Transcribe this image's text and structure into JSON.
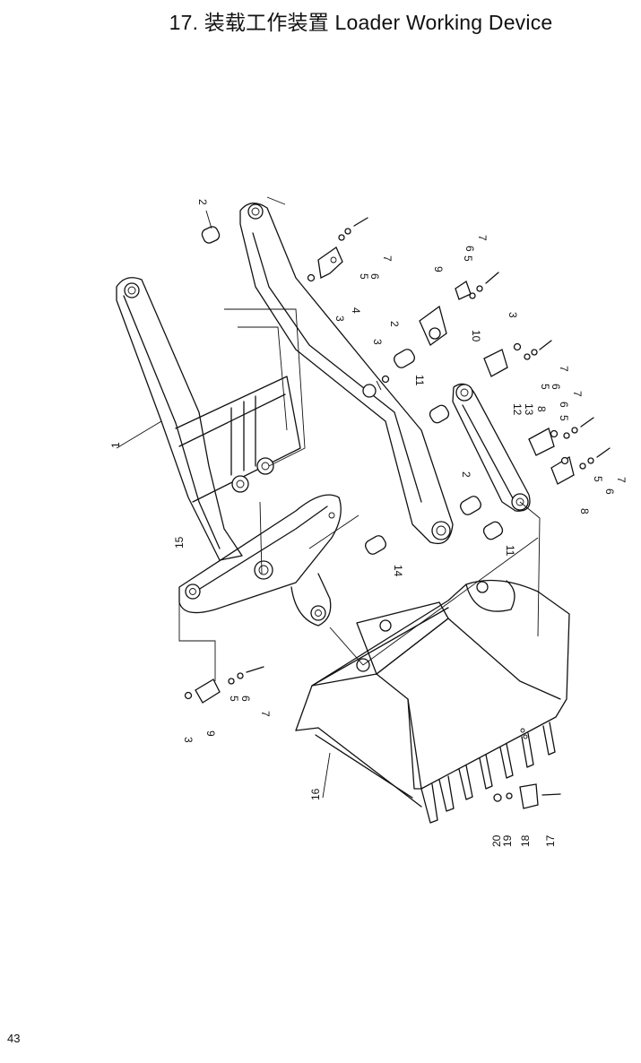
{
  "title": "17. 装载工作装置  Loader Working Device",
  "page_number": "43",
  "callouts": [
    {
      "id": "c1",
      "text": "1"
    },
    {
      "id": "c2a",
      "text": "2"
    },
    {
      "id": "c2b",
      "text": "2"
    },
    {
      "id": "c2c",
      "text": "2"
    },
    {
      "id": "c3a",
      "text": "3"
    },
    {
      "id": "c3b",
      "text": "3"
    },
    {
      "id": "c3c",
      "text": "3"
    },
    {
      "id": "c3d",
      "text": "3"
    },
    {
      "id": "c4",
      "text": "4"
    },
    {
      "id": "c5a",
      "text": "5"
    },
    {
      "id": "c5b",
      "text": "5"
    },
    {
      "id": "c5c",
      "text": "5"
    },
    {
      "id": "c5d",
      "text": "5"
    },
    {
      "id": "c5e",
      "text": "5"
    },
    {
      "id": "c5f",
      "text": "5"
    },
    {
      "id": "c6a",
      "text": "6"
    },
    {
      "id": "c6b",
      "text": "6"
    },
    {
      "id": "c6c",
      "text": "6"
    },
    {
      "id": "c6d",
      "text": "6"
    },
    {
      "id": "c6e",
      "text": "6"
    },
    {
      "id": "c6f",
      "text": "6"
    },
    {
      "id": "c7a",
      "text": "7"
    },
    {
      "id": "c7b",
      "text": "7"
    },
    {
      "id": "c7c",
      "text": "7"
    },
    {
      "id": "c7d",
      "text": "7"
    },
    {
      "id": "c7e",
      "text": "7"
    },
    {
      "id": "c7f",
      "text": "7"
    },
    {
      "id": "c8a",
      "text": "8"
    },
    {
      "id": "c8b",
      "text": "8"
    },
    {
      "id": "c9a",
      "text": "9"
    },
    {
      "id": "c9b",
      "text": "9"
    },
    {
      "id": "c10",
      "text": "10"
    },
    {
      "id": "c11a",
      "text": "11"
    },
    {
      "id": "c11b",
      "text": "11"
    },
    {
      "id": "c12",
      "text": "12"
    },
    {
      "id": "c13",
      "text": "13"
    },
    {
      "id": "c14",
      "text": "14"
    },
    {
      "id": "c15",
      "text": "15"
    },
    {
      "id": "c16",
      "text": "16"
    },
    {
      "id": "c17",
      "text": "17"
    },
    {
      "id": "c18",
      "text": "18"
    },
    {
      "id": "c19",
      "text": "19"
    },
    {
      "id": "c20",
      "text": "20"
    }
  ]
}
